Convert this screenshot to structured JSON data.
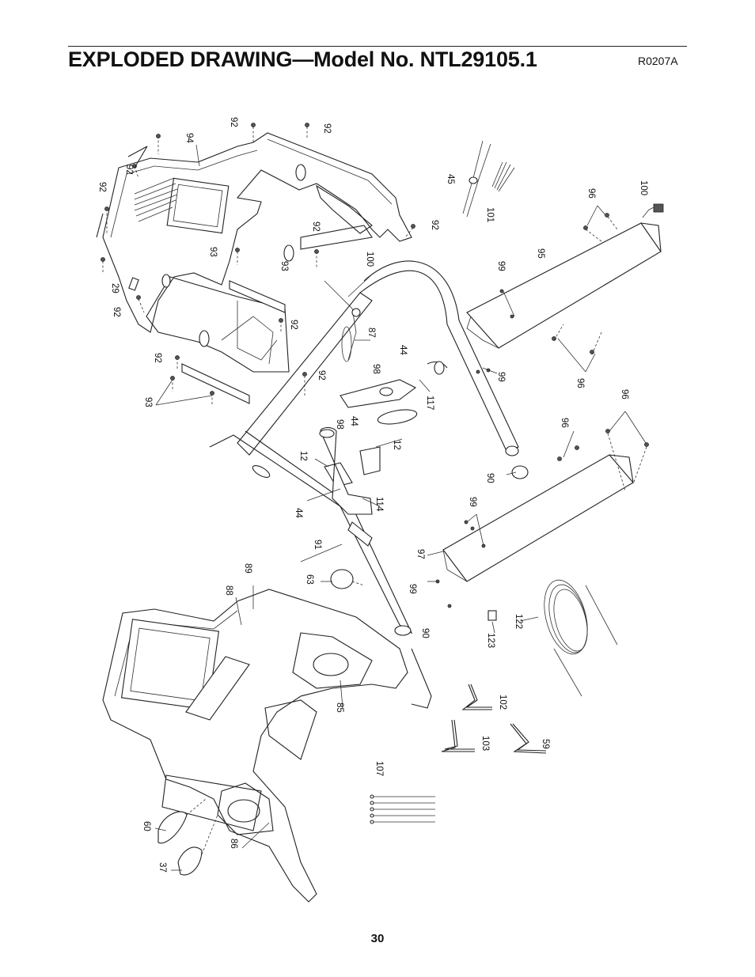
{
  "header": {
    "title": "EXPLODED DRAWING—Model No. NTL29105.1",
    "drawing_code": "R0207A"
  },
  "footer": {
    "page_number": "30"
  },
  "part_labels": {
    "p92a": "92",
    "p94": "94",
    "p92b": "92",
    "p92c": "92",
    "p92d": "92",
    "p45": "45",
    "p101": "101",
    "p96a": "96",
    "p100a": "100",
    "p92e": "92",
    "p92f": "92",
    "p93a": "93",
    "p93b": "93",
    "p100b": "100",
    "p95": "95",
    "p99a": "99",
    "p29": "29",
    "p92g": "92",
    "p92h": "92",
    "p87": "87",
    "p99b": "99",
    "p96b": "96",
    "p92i": "92",
    "p44a": "44",
    "p92j": "92",
    "p98a": "98",
    "p93c": "93",
    "p117": "117",
    "p96c": "96",
    "p96d": "96",
    "p98b": "98",
    "p44b": "44",
    "p12a": "12",
    "p12b": "12",
    "p90a": "90",
    "p114": "114",
    "p99c": "99",
    "p44c": "44",
    "p91": "91",
    "p97": "97",
    "p89": "89",
    "p88": "88",
    "p63": "63",
    "p99d": "99",
    "p90b": "90",
    "p123": "123",
    "p122": "122",
    "p85": "85",
    "p102": "102",
    "p103": "103",
    "p59": "59",
    "p107": "107",
    "p60": "60",
    "p86": "86",
    "p37": "37"
  }
}
